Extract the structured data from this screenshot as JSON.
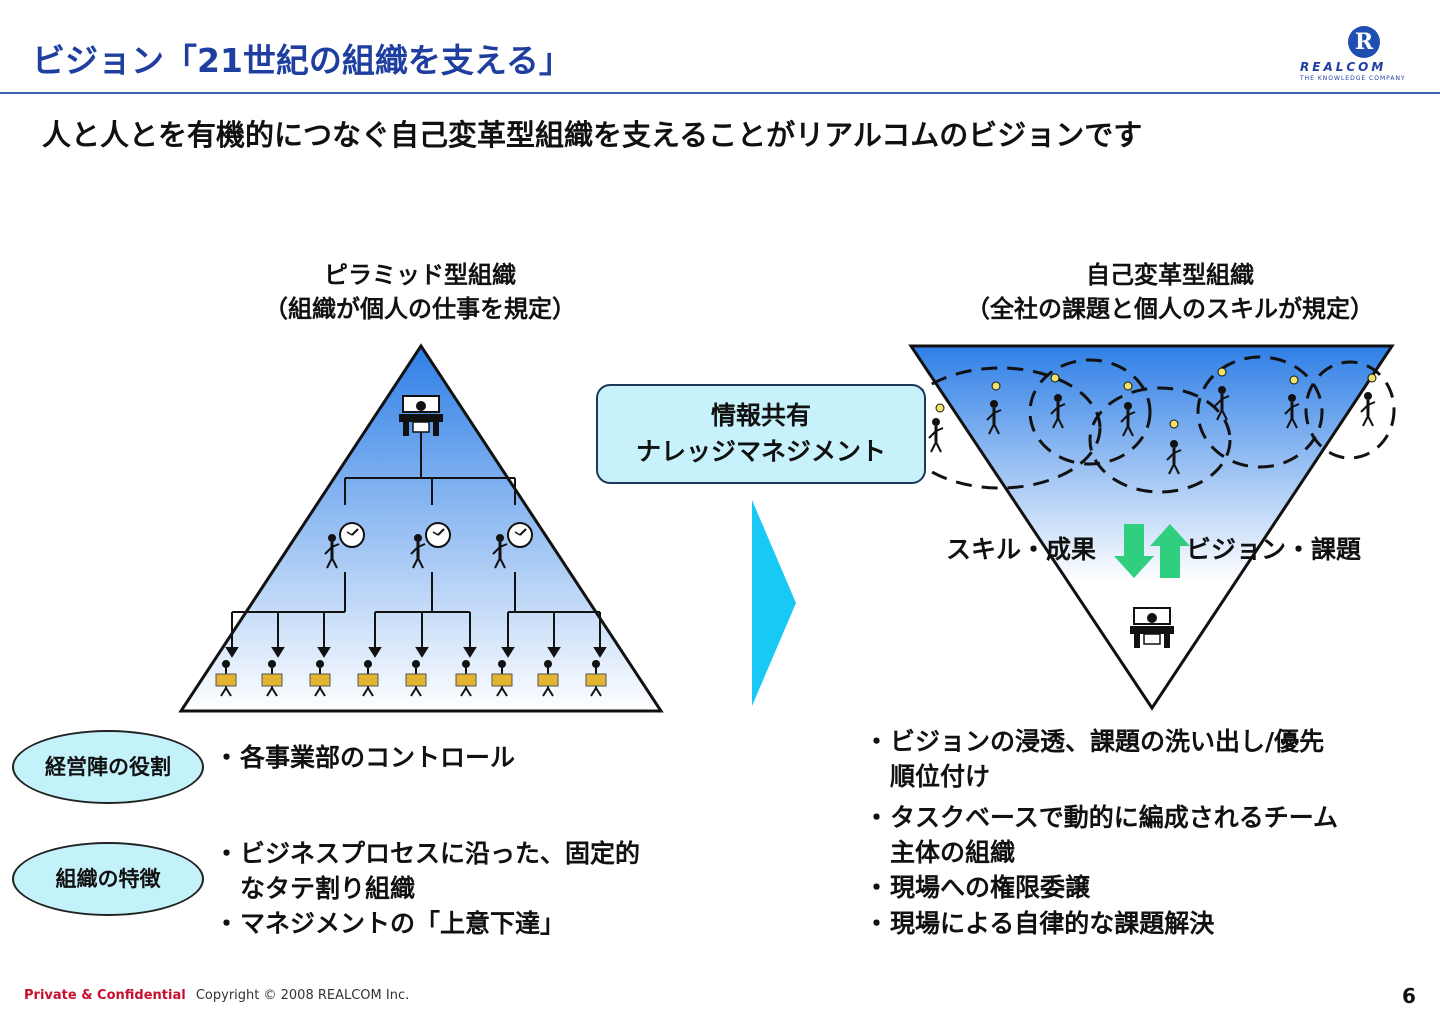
{
  "header": {
    "title": "ビジョン「21世紀の組織を支える」",
    "subtitle": "人と人とを有機的につなぐ自己変革型組織を支えることがリアルコムのビジョンです"
  },
  "logo": {
    "mark": "R",
    "name": "REALCOM",
    "tagline": "THE KNOWLEDGE COMPANY"
  },
  "left": {
    "heading_line1": "ピラミッド型組織",
    "heading_line2": "（組織が個人の仕事を規定）"
  },
  "right": {
    "heading_line1": "自己変革型組織",
    "heading_line2": "（全社の課題と個人のスキルが規定）",
    "label_left": "スキル・成果",
    "label_right": "ビジョン・課題"
  },
  "infobox": {
    "line1": "情報共有",
    "line2": "ナレッジマネジメント"
  },
  "pills": {
    "management_role": "経営陣の役割",
    "org_feature": "組織の特徴"
  },
  "left_bullets": {
    "role": "各事業部のコントロール",
    "feature1_line1": "ビジネスプロセスに沿った、固定的",
    "feature1_line2": "なタテ割り組織",
    "feature2": "マネジメントの「上意下達」"
  },
  "right_bullets": {
    "b1_line1": "ビジョンの浸透、課題の洗い出し/優先",
    "b1_line2": "順位付け",
    "b2_line1": "タスクベースで動的に編成されるチーム",
    "b2_line2": "主体の組織",
    "b3": "現場への権限委譲",
    "b4": "現場による自律的な課題解決"
  },
  "bullet_mark": "・",
  "footer": {
    "private": "Private & Confidential",
    "copyright": "Copyright © 2008 REALCOM Inc.",
    "page": "6"
  },
  "colors": {
    "title_blue": "#1f3fa0",
    "gradient_top": "#2f7fe6",
    "gradient_bottom": "#ffffff",
    "pill_fill": "#c3f2fa",
    "arrow_cyan": "#18c8f5",
    "arrow_green": "#2fcf7f",
    "accent_red": "#c8102e"
  }
}
